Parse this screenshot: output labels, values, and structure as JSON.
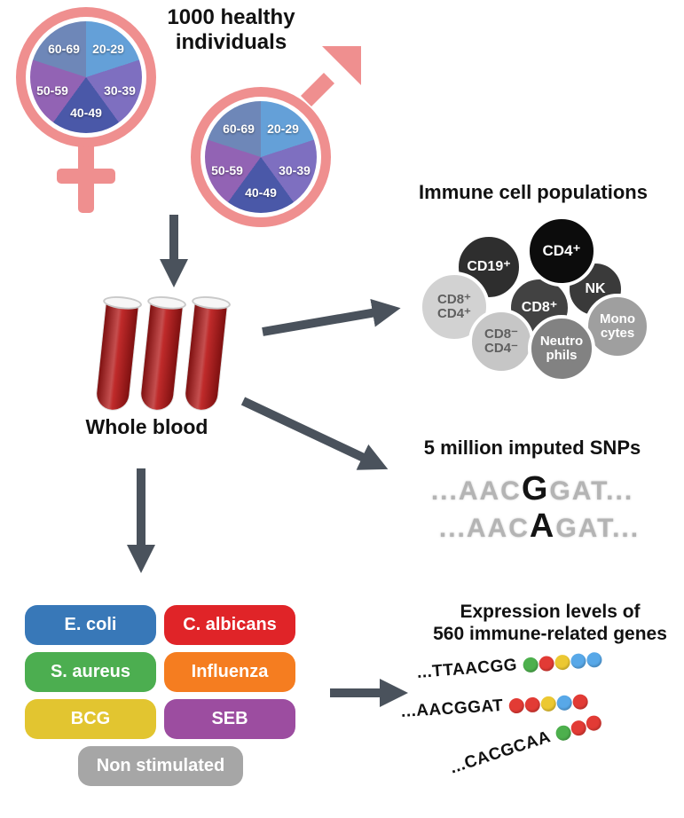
{
  "header": {
    "title_line1": "1000 healthy",
    "title_line2": "individuals"
  },
  "demographics": {
    "symbol_color": "#ef8f8f",
    "segments": [
      {
        "label": "20-29",
        "color": "#64a0d8"
      },
      {
        "label": "30-39",
        "color": "#7e6fc0"
      },
      {
        "label": "40-49",
        "color": "#4a58a8"
      },
      {
        "label": "50-59",
        "color": "#9263b4"
      },
      {
        "label": "60-69",
        "color": "#6e87b8"
      }
    ]
  },
  "blood": {
    "label": "Whole blood",
    "blood_color": "#b51d1d"
  },
  "flow": {
    "arrow_color": "#4a525c"
  },
  "immune": {
    "title": "Immune cell populations",
    "cells": [
      {
        "id": "cd19",
        "lines": [
          "CD19⁺"
        ],
        "color": "#2e2e2e",
        "text_color": "#ffffff"
      },
      {
        "id": "cd8cd4",
        "lines": [
          "CD8⁺",
          "CD4⁺"
        ],
        "color": "#d2d2d2",
        "text_color": "#5f5f5f"
      },
      {
        "id": "nk",
        "lines": [
          "NK"
        ],
        "color": "#3a3a3a",
        "text_color": "#ffffff"
      },
      {
        "id": "mono",
        "lines": [
          "Mono",
          "cytes"
        ],
        "color": "#9f9f9f",
        "text_color": "#ffffff"
      },
      {
        "id": "cd8",
        "lines": [
          "CD8⁺"
        ],
        "color": "#424242",
        "text_color": "#ffffff"
      },
      {
        "id": "cd4",
        "lines": [
          "CD4⁺"
        ],
        "color": "#0c0c0c",
        "text_color": "#ffffff"
      },
      {
        "id": "cd8neg",
        "lines": [
          "CD8⁻",
          "CD4⁻"
        ],
        "color": "#c6c6c6",
        "text_color": "#5f5f5f"
      },
      {
        "id": "neutro",
        "lines": [
          "Neutro",
          "phils"
        ],
        "color": "#828282",
        "text_color": "#ffffff"
      }
    ]
  },
  "snps": {
    "title": "5 million imputed SNPs",
    "lines": [
      {
        "prefix": "...AAC",
        "variant": "G",
        "suffix": "GAT..."
      },
      {
        "prefix": "...AAC",
        "variant": "A",
        "suffix": "GAT..."
      }
    ]
  },
  "stimuli": {
    "items": [
      {
        "label": "E. coli",
        "color": "#3878b8"
      },
      {
        "label": "C. albicans",
        "color": "#e02428"
      },
      {
        "label": "S. aureus",
        "color": "#4cae50"
      },
      {
        "label": "Influenza",
        "color": "#f57d20"
      },
      {
        "label": "BCG",
        "color": "#e2c530"
      },
      {
        "label": "SEB",
        "color": "#9c4da0"
      },
      {
        "label": "Non stimulated",
        "color": "#a6a6a6"
      }
    ]
  },
  "expression": {
    "title_line1": "Expression levels of",
    "title_line2": "560 immune-related genes",
    "rows": [
      {
        "seq": "...TTAACGG",
        "dots": [
          "#4db04d",
          "#e23b35",
          "#ecc832",
          "#58a8e8",
          "#58a8e8"
        ]
      },
      {
        "seq": "...AACGGAT",
        "dots": [
          "#e23b35",
          "#e23b35",
          "#ecc832",
          "#58a8e8",
          "#e23b35"
        ]
      },
      {
        "seq": "...CACGCAA",
        "dots": [
          "#4db04d",
          "#e23b35",
          "#e23b35"
        ]
      }
    ]
  }
}
